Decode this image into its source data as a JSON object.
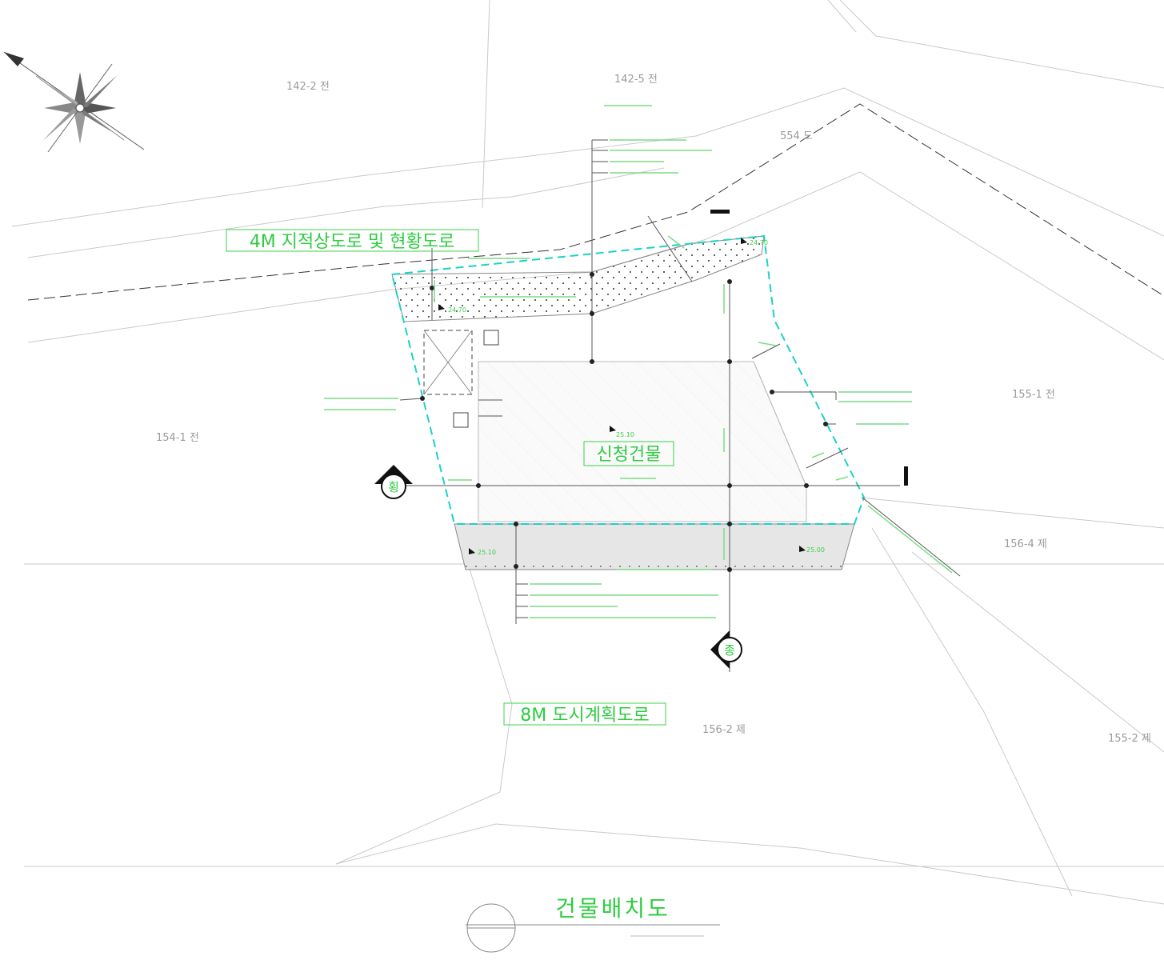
{
  "parcels": {
    "p142_2": "142-2 전",
    "p142_5": "142-5 전",
    "p554": "554 도",
    "p154_1": "154-1 전",
    "p155_1": "155-1 전",
    "p156_4": "156-4 제",
    "p156_2": "156-2 제",
    "p155_2": "155-2 제"
  },
  "roads": {
    "north": "4M 지적상도로 및 현황도로",
    "south": "8M 도시계획도로"
  },
  "building": {
    "label": "신청건물"
  },
  "sections": {
    "west_marker": "횡",
    "south_marker": "종"
  },
  "levels": {
    "nw": "24.70",
    "ne": "24.70",
    "center": "25.10",
    "sw": "25.10",
    "se": "25.00"
  },
  "title": {
    "text": "건물배치도"
  },
  "colors": {
    "accent": "#2ecc40",
    "boundary": "#19d3c5",
    "line": "#c9c9c9"
  }
}
